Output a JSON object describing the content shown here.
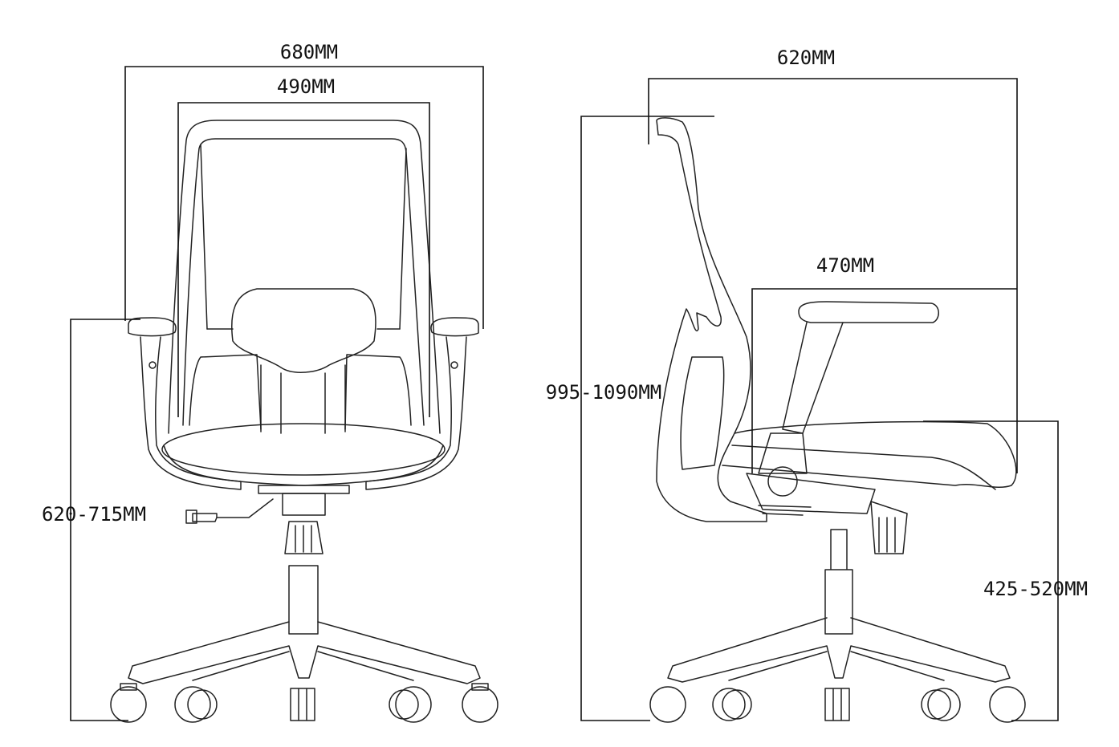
{
  "front_view": {
    "overall_width": "680MM",
    "back_width": "490MM",
    "armrest_height": "620-715MM"
  },
  "side_view": {
    "overall_depth": "620MM",
    "overall_height": "995-1090MM",
    "seat_depth": "470MM",
    "seat_height": "425-520MM"
  }
}
